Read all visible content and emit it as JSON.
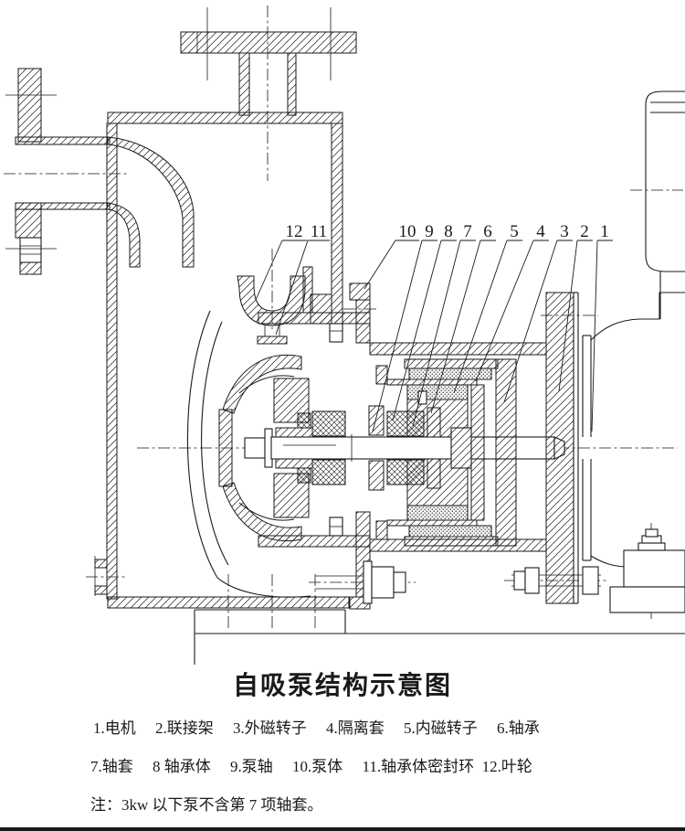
{
  "figure": {
    "title": "自吸泵结构示意图"
  },
  "legend": {
    "line1": "1.电机　 2.联接架　 3.外磁转子　 4.隔离套　 5.内磁转子　 6.轴承",
    "line2": "7.轴套　 8 轴承体　 9.泵轴　 10.泵体　 11.轴承体密封环  12.叶轮",
    "note": "注：3kw 以下泵不含第 7 项轴套。"
  },
  "callouts": [
    {
      "label": "12",
      "part": "叶轮"
    },
    {
      "label": "11",
      "part": "轴承体密封环"
    },
    {
      "label": "10",
      "part": "泵体"
    },
    {
      "label": "9",
      "part": "泵轴"
    },
    {
      "label": "8",
      "part": "轴承体"
    },
    {
      "label": "7",
      "part": "轴套"
    },
    {
      "label": "6",
      "part": "轴承"
    },
    {
      "label": "5",
      "part": "内磁转子"
    },
    {
      "label": "4",
      "part": "隔离套"
    },
    {
      "label": "3",
      "part": "外磁转子"
    },
    {
      "label": "2",
      "part": "联接架"
    },
    {
      "label": "1",
      "part": "电机"
    }
  ],
  "colors": {
    "line": "#1a1a1a",
    "background": "#ffffff"
  }
}
